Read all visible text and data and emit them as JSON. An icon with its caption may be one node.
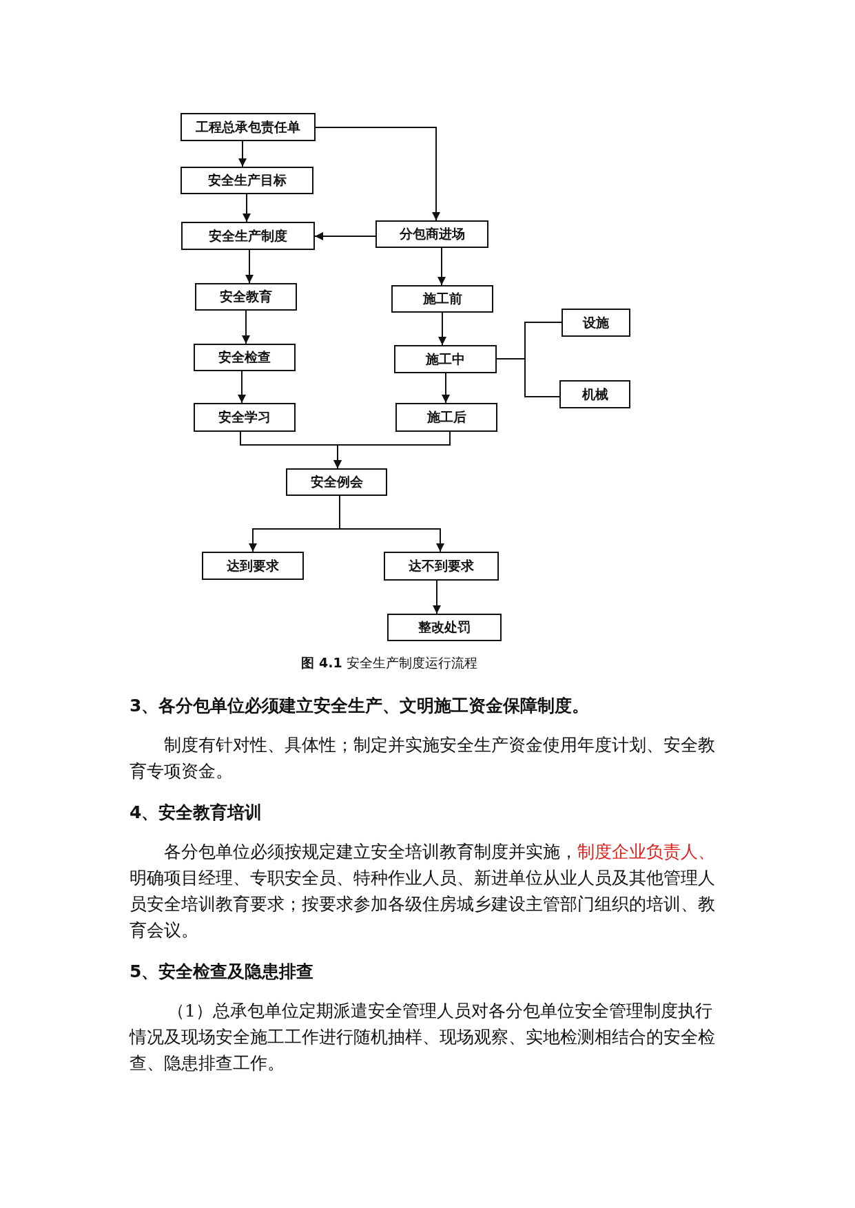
{
  "diagram": {
    "caption": "**图 4.1** 安全生产制度运行流程",
    "nodes": [
      {
        "text": [
          "工程总承包责任单"
        ]
      },
      {
        "text": [
          "安全生产目标"
        ]
      },
      {
        "text": [
          "安全生产制度"
        ]
      },
      {
        "text": [
          "分包商进场"
        ]
      },
      {
        "text": [
          "安全教育"
        ]
      },
      {
        "text": [
          "施工前"
        ]
      },
      {
        "text": [
          "设施"
        ]
      },
      {
        "text": [
          "安全检查"
        ]
      },
      {
        "text": [
          "施工中"
        ]
      },
      {
        "text": [
          "机械"
        ]
      },
      {
        "text": [
          "安全学习"
        ]
      },
      {
        "text": [
          "施工后"
        ]
      },
      {
        "text": [
          "安全例会"
        ]
      },
      {
        "text": [
          "达到要求"
        ]
      },
      {
        "text": [
          "达不到要求"
        ]
      },
      {
        "text": [
          "整改处罚"
        ]
      }
    ],
    "edges": [
      {
        "from": 0,
        "to": 1,
        "arrow": "to"
      },
      {
        "from": 0,
        "to": 3,
        "arrow": "to"
      },
      {
        "from": 3,
        "to": 2,
        "arrow": "to"
      },
      {
        "from": 1,
        "to": 2,
        "arrow": "to"
      },
      {
        "from": 2,
        "to": 4,
        "arrow": "to"
      },
      {
        "from": 4,
        "to": 7,
        "arrow": "to"
      },
      {
        "from": 7,
        "to": 10,
        "arrow": "to"
      },
      {
        "from": 3,
        "to": 5,
        "arrow": "to"
      },
      {
        "from": 5,
        "to": 8,
        "arrow": "to"
      },
      {
        "from": 8,
        "to": 11,
        "arrow": "to"
      },
      {
        "from": 8,
        "to": 6,
        "arrow": "none"
      },
      {
        "from": 8,
        "to": 9,
        "arrow": "none"
      },
      {
        "from": 10,
        "to": 12,
        "arrow": "to"
      },
      {
        "from": 11,
        "to": 12,
        "arrow": "to"
      },
      {
        "from": 12,
        "to": 13,
        "arrow": "to"
      },
      {
        "from": 12,
        "to": 14,
        "arrow": "to"
      },
      {
        "from": 14,
        "to": 15,
        "arrow": "to"
      }
    ],
    "labels": [
      "3、各分包单位必须建立安全生产、文明施工资金保障制度。",
      "制度有针对性、具体性；制定并实施安全生产资金使用年度计划、安全教育专项资金。",
      "4、安全教育培训",
      "各分包单位必须按规定建立安全培训教育制度并实施，",
      "制度企业负责人、",
      "明确项目经理、专职安全员、特种作业人员、新进单位从业人员及其他管理人员安全培训教育要求；按要求参加各级住房城乡建设主管部门组织的培训、教育会议。",
      "5、安全检查及隐患排查",
      "（1）总承包单位定期派遣安全管理人员对各分包单位安全管理制度执行情况及现场安全施工工作进行随机抽样、现场观察、实地检测相结合的安全检查、隐患排查工作。"
    ]
  }
}
